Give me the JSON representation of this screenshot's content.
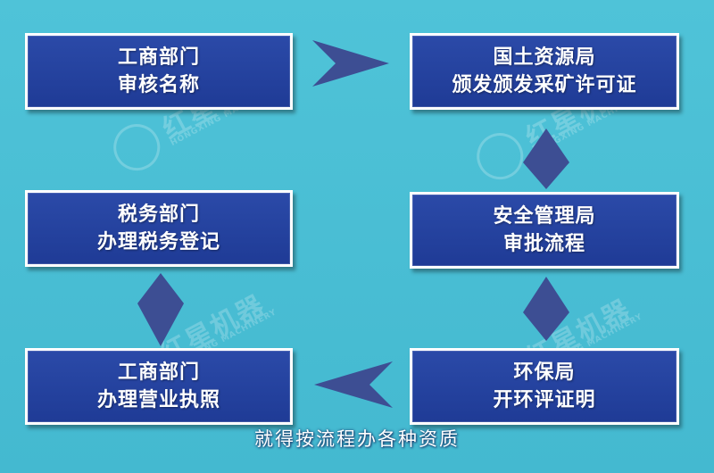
{
  "colors": {
    "background": "#49bdd3",
    "box_fill": "#2241a0",
    "box_border": "#ffffff",
    "arrow": "#3d4e93",
    "text": "#ffffff"
  },
  "steps": [
    {
      "line1": "工商部门",
      "line2": "审核名称"
    },
    {
      "line1": "国土资源局",
      "line2": "颁发颁发采矿许可证"
    },
    {
      "line1": "安全管理局",
      "line2": "审批流程"
    },
    {
      "line1": "环保局",
      "line2": "开环评证明"
    },
    {
      "line1": "工商部门",
      "line2": "办理营业执照"
    },
    {
      "line1": "税务部门",
      "line2": "办理税务登记"
    }
  ],
  "watermark": {
    "brand": "红星机器",
    "sub": "HONGXING MACHINERY"
  },
  "caption": "就得按流程办各种资质"
}
